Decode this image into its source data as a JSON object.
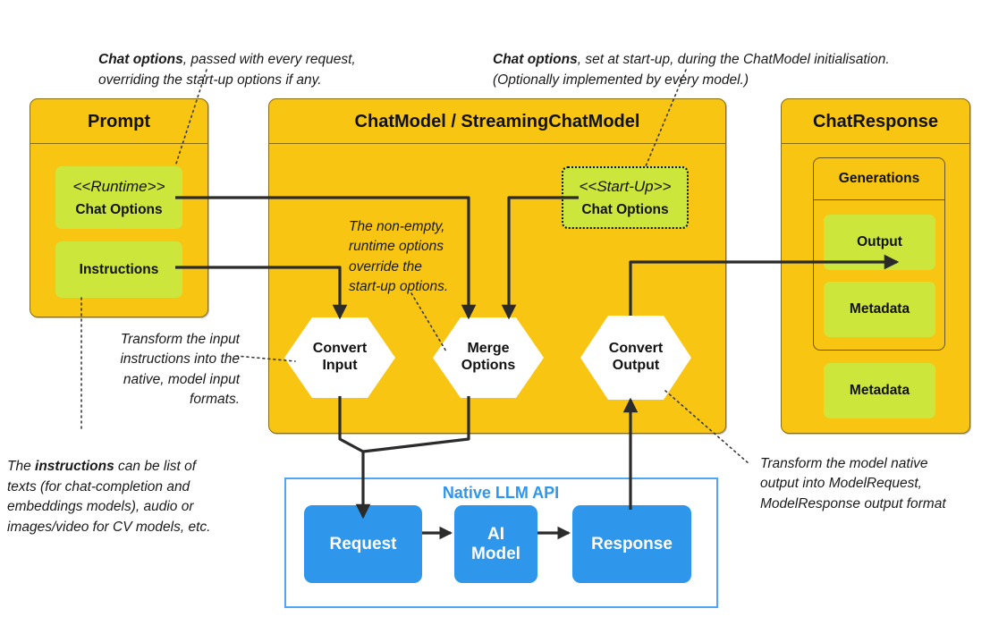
{
  "diagram": {
    "title_semantic": "LangChain4j ChatModel request/response flow",
    "colors": {
      "amber": "#F9C513",
      "green": "#CDE63C",
      "blue": "#2F97EB",
      "blue_border": "#4FA6F5",
      "line": "#2b2b2b",
      "box_border": "#8a6d08",
      "white": "#ffffff"
    }
  },
  "annotations": {
    "runtime_options": {
      "lead": "Chat options",
      "rest": ", passed with every  request,\noverriding the start-up options if any."
    },
    "startup_options": {
      "lead": "Chat options",
      "rest": ", set at start-up, during  the ChatModel initialisation.\n(Optionally implemented by every model.)"
    },
    "merge_note": "The non-empty,\nruntime options\noverride the\nstart-up options.",
    "convert_input_note": "Transform the input\ninstructions into the\nnative, model input\nformats.",
    "instructions_note": {
      "pre": "The ",
      "lead": "instructions",
      "rest": " can be list of\ntexts (for chat-completion and\nembeddings models), audio or\nimages/video for CV models, etc."
    },
    "convert_output_note": "Transform the model native\noutput into ModelRequest,\nModelResponse output format"
  },
  "prompt_box": {
    "title": "Prompt",
    "chips": [
      {
        "stereotype": "<<Runtime>>",
        "label": "Chat Options"
      },
      {
        "stereotype": "",
        "label": "Instructions"
      }
    ]
  },
  "chatmodel_box": {
    "title": "ChatModel / StreamingChatModel",
    "startup_chip": {
      "stereotype": "<<Start-Up>>",
      "label": "Chat Options"
    },
    "hexagons": [
      {
        "line1": "Convert",
        "line2": "Input"
      },
      {
        "line1": "Merge",
        "line2": "Options"
      },
      {
        "line1": "Convert",
        "line2": "Output"
      }
    ]
  },
  "chatresponse_box": {
    "title": "ChatResponse",
    "generations": {
      "title": "Generations",
      "chips": [
        "Output",
        "Metadata"
      ]
    },
    "metadata_chip": "Metadata"
  },
  "native_api": {
    "title": "Native LLM API",
    "nodes": [
      {
        "line1": "Request",
        "line2": ""
      },
      {
        "line1": "AI",
        "line2": "Model"
      },
      {
        "line1": "Response",
        "line2": ""
      }
    ]
  }
}
